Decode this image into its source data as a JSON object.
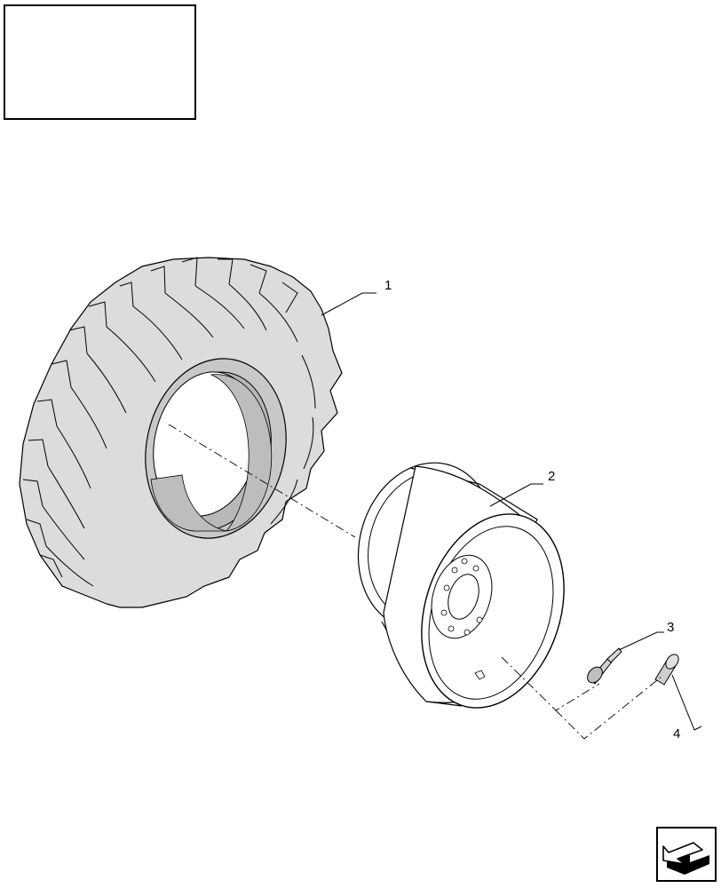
{
  "callouts": {
    "tire": "1",
    "rim": "2",
    "valve": "3",
    "valve_cap": "4"
  },
  "icons": {
    "navigation": "back-arrow-icon"
  },
  "colors": {
    "tire_fill": "#dcdcdc",
    "tire_inner": "#c0c0c0",
    "line": "#000000",
    "background": "#ffffff"
  }
}
